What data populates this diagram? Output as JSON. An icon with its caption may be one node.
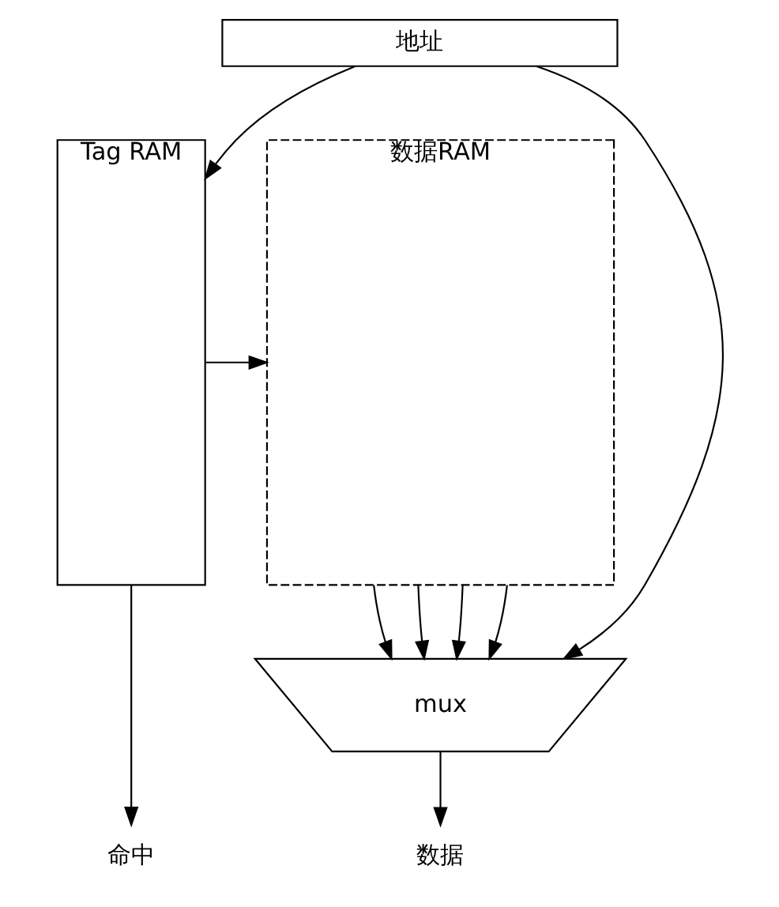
{
  "diagram": {
    "nodes": [
      {
        "text": [
          "地址"
        ]
      },
      {
        "text": [
          "Tag RAM"
        ]
      },
      {
        "text": [
          "数据RAM"
        ]
      },
      {
        "text": [
          "mux"
        ]
      },
      {
        "text": [
          "命中"
        ]
      },
      {
        "text": [
          "数据"
        ]
      }
    ],
    "edges": [
      {
        "from": 0,
        "to": 1,
        "arrow": "to"
      },
      {
        "from": 0,
        "to": 3,
        "arrow": "to"
      },
      {
        "from": 1,
        "to": 2,
        "arrow": "to"
      },
      {
        "from": 2,
        "to": 3,
        "arrow": "to"
      },
      {
        "from": 2,
        "to": 3,
        "arrow": "to"
      },
      {
        "from": 2,
        "to": 3,
        "arrow": "to"
      },
      {
        "from": 2,
        "to": 3,
        "arrow": "to"
      },
      {
        "from": 1,
        "to": 4,
        "arrow": "to"
      },
      {
        "from": 3,
        "to": 5,
        "arrow": "to"
      }
    ]
  }
}
